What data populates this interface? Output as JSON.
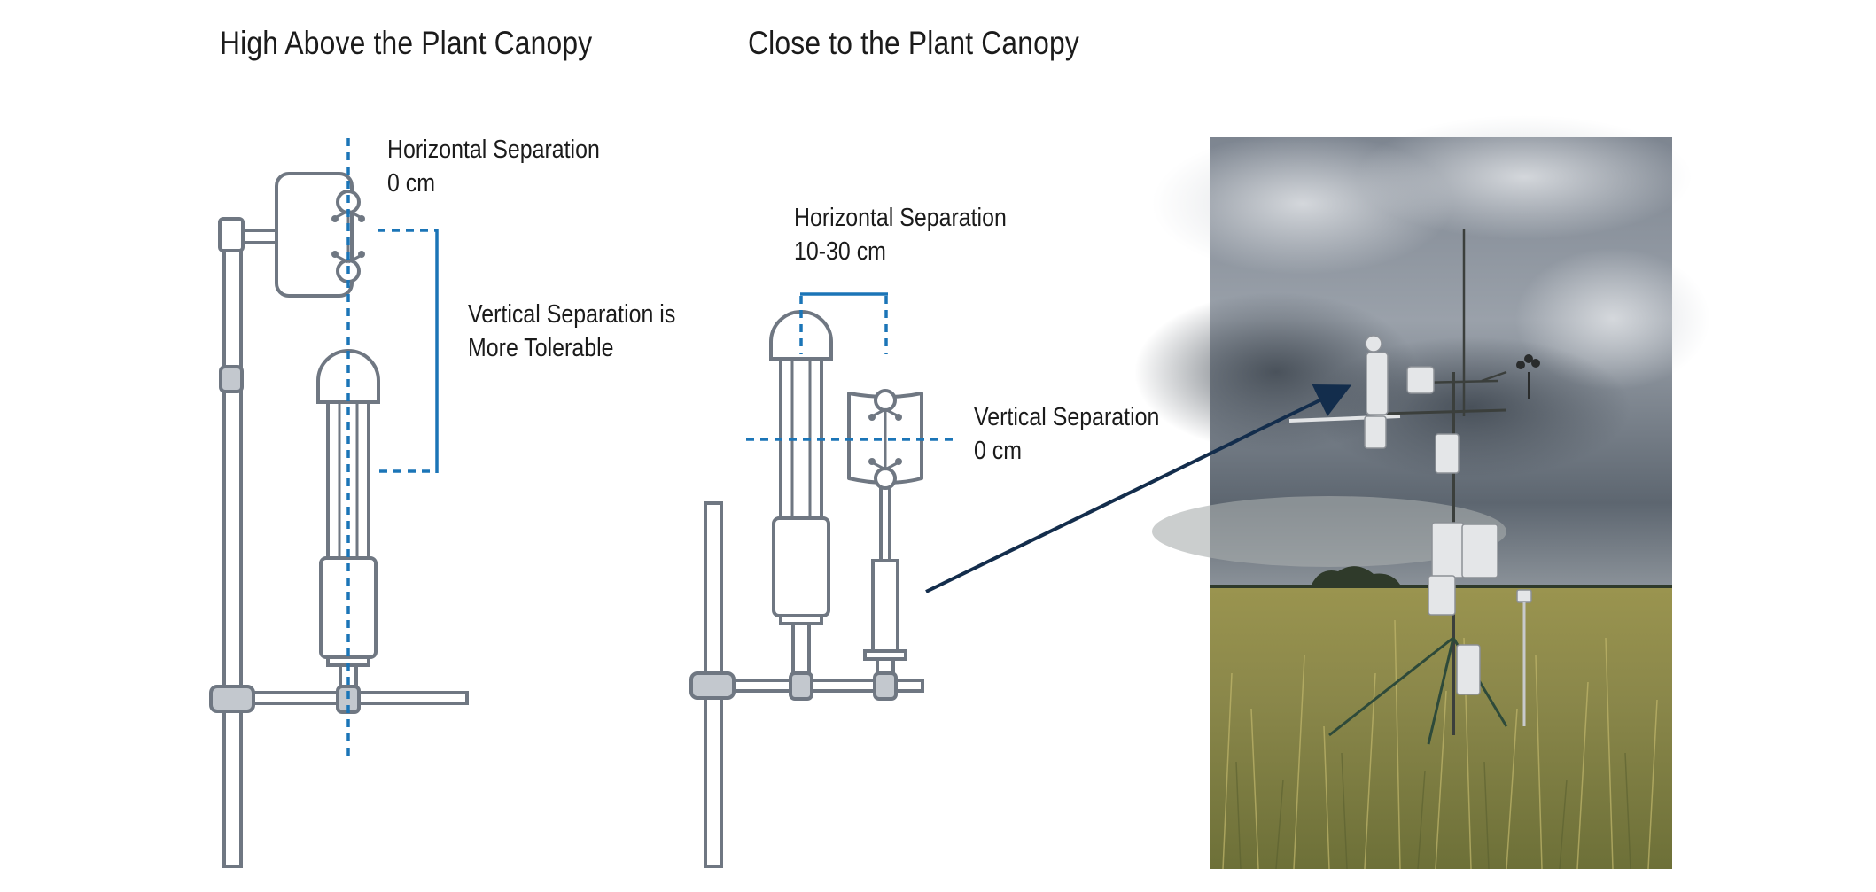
{
  "left_panel": {
    "title": "High Above the Plant Canopy",
    "horizontal_label": "Horizontal Separation",
    "horizontal_value": "0 cm",
    "vertical_line1": "Vertical Separation is",
    "vertical_line2": "More Tolerable"
  },
  "middle_panel": {
    "title": "Close to the Plant Canopy",
    "horizontal_label": "Horizontal Separation",
    "horizontal_value": "10-30 cm",
    "vertical_label": "Vertical Separation",
    "vertical_value": "0 cm"
  },
  "photo": {
    "subject": "eddy covariance flux tower in grassland under stormy sky"
  },
  "colors": {
    "instrument_stroke": "#6f7782",
    "instrument_fill": "#ffffff",
    "mount_fill": "#c3c8ce",
    "separation_line": "#1b75b7",
    "arrow": "#132d4c",
    "text": "#1b1b1b"
  }
}
